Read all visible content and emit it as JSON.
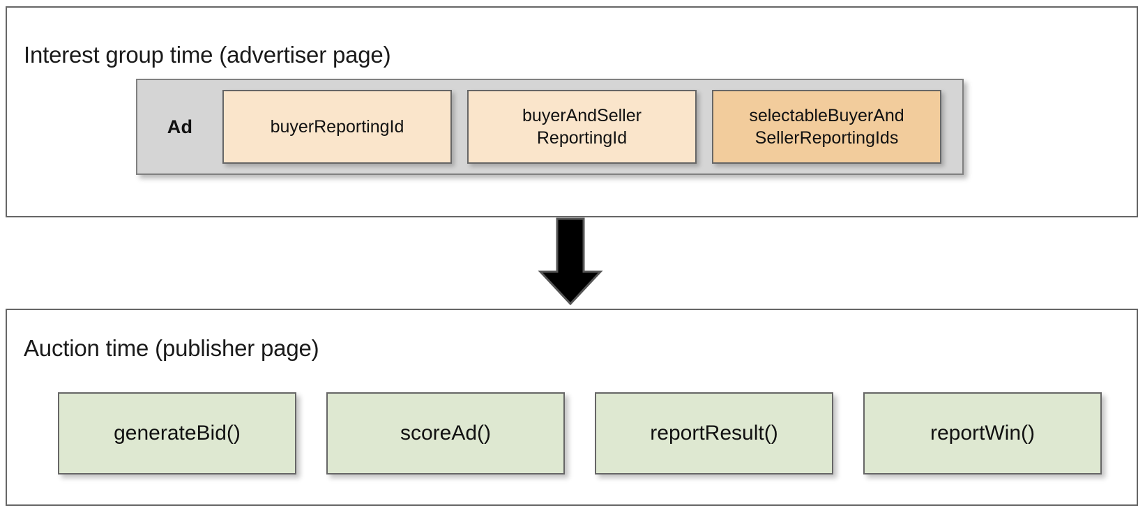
{
  "diagram": {
    "title_advertiser": "Interest group time (advertiser page)",
    "title_publisher": "Auction time (publisher page)",
    "ad_container": {
      "label": "Ad",
      "reporting_ids": [
        {
          "name": "buyerReportingId",
          "emphasis": "light"
        },
        {
          "name": "buyerAndSeller\nReportingId",
          "line1": "buyerAndSeller",
          "line2": "ReportingId",
          "emphasis": "light"
        },
        {
          "name": "selectableBuyerAnd\nSellerReportingIds",
          "line1": "selectableBuyerAnd",
          "line2": "SellerReportingIds",
          "emphasis": "dark"
        }
      ]
    },
    "auction_functions": [
      {
        "name": "generateBid()"
      },
      {
        "name": "scoreAd()"
      },
      {
        "name": "reportResult()"
      },
      {
        "name": "reportWin()"
      }
    ],
    "arrow": {
      "direction": "down",
      "icon": "down-arrow-icon"
    },
    "colors": {
      "panel_border": "#666666",
      "ad_container_fill": "#d5d5d5",
      "ad_container_border": "#808080",
      "reporting_id_light": "#fae5cb",
      "reporting_id_dark": "#f2cc9c",
      "function_box_fill": "#dee8d1",
      "box_border": "#666666",
      "arrow_fill": "#000000",
      "text": "#111111",
      "background": "#ffffff"
    }
  }
}
